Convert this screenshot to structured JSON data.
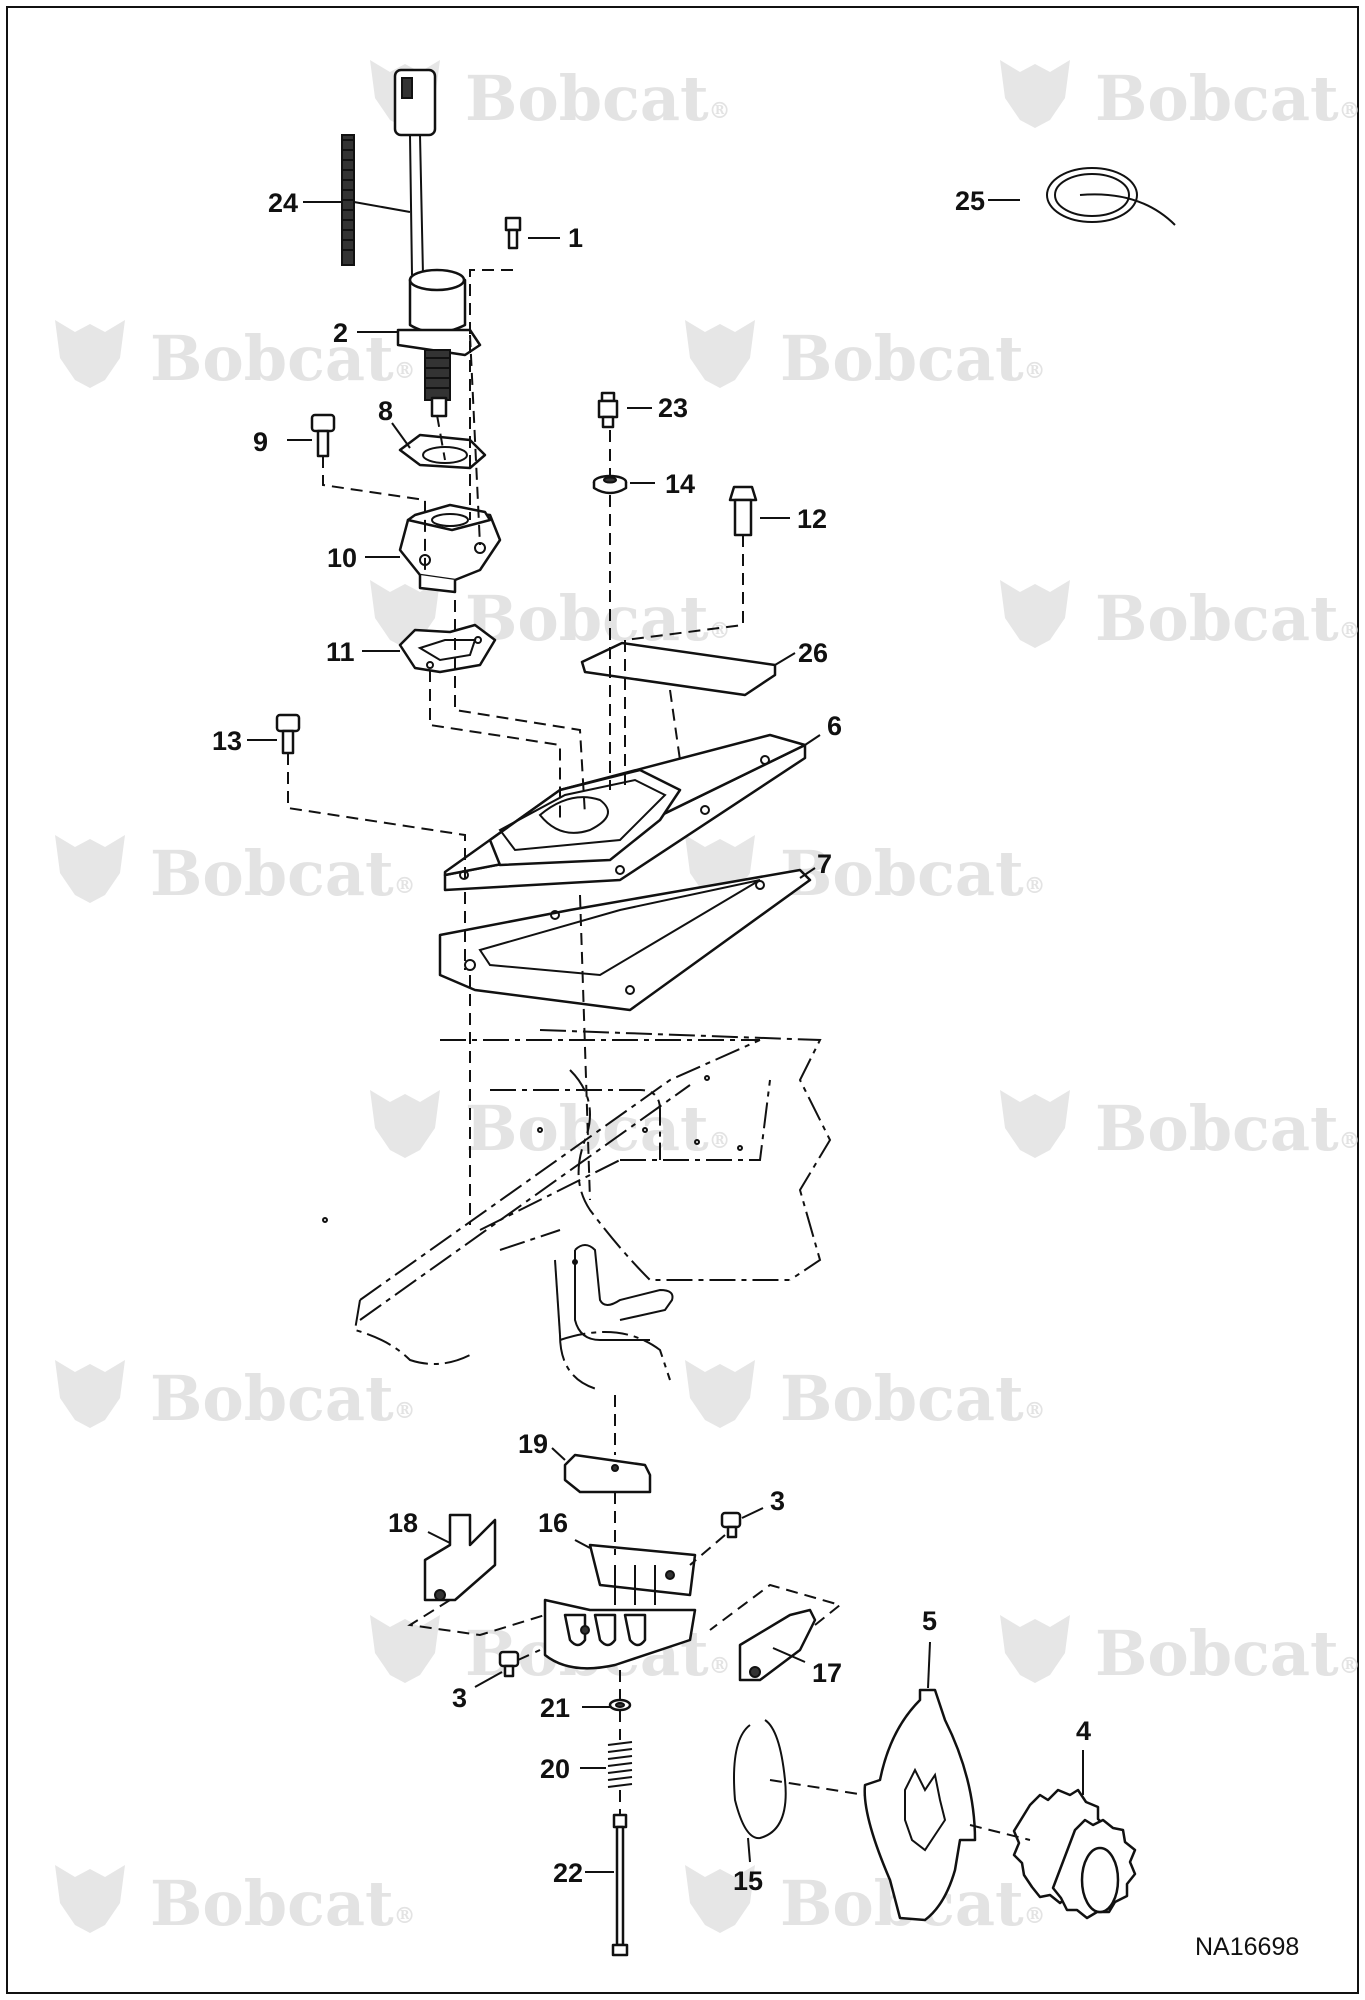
{
  "watermark": {
    "brand": "Bobcat",
    "mark": "®"
  },
  "drawing_number": "NA16698",
  "callouts": {
    "c1": "1",
    "c2": "2",
    "c3a": "3",
    "c3b": "3",
    "c4": "4",
    "c5": "5",
    "c6": "6",
    "c7": "7",
    "c8": "8",
    "c9": "9",
    "c10": "10",
    "c11": "11",
    "c12": "12",
    "c13": "13",
    "c14": "14",
    "c15": "15",
    "c16": "16",
    "c17": "17",
    "c18": "18",
    "c19": "19",
    "c20": "20",
    "c21": "21",
    "c22": "22",
    "c23": "23",
    "c24": "24",
    "c25": "25",
    "c26": "26"
  },
  "colors": {
    "line": "#111111",
    "watermark": "#e3e3e3",
    "background": "#ffffff"
  }
}
